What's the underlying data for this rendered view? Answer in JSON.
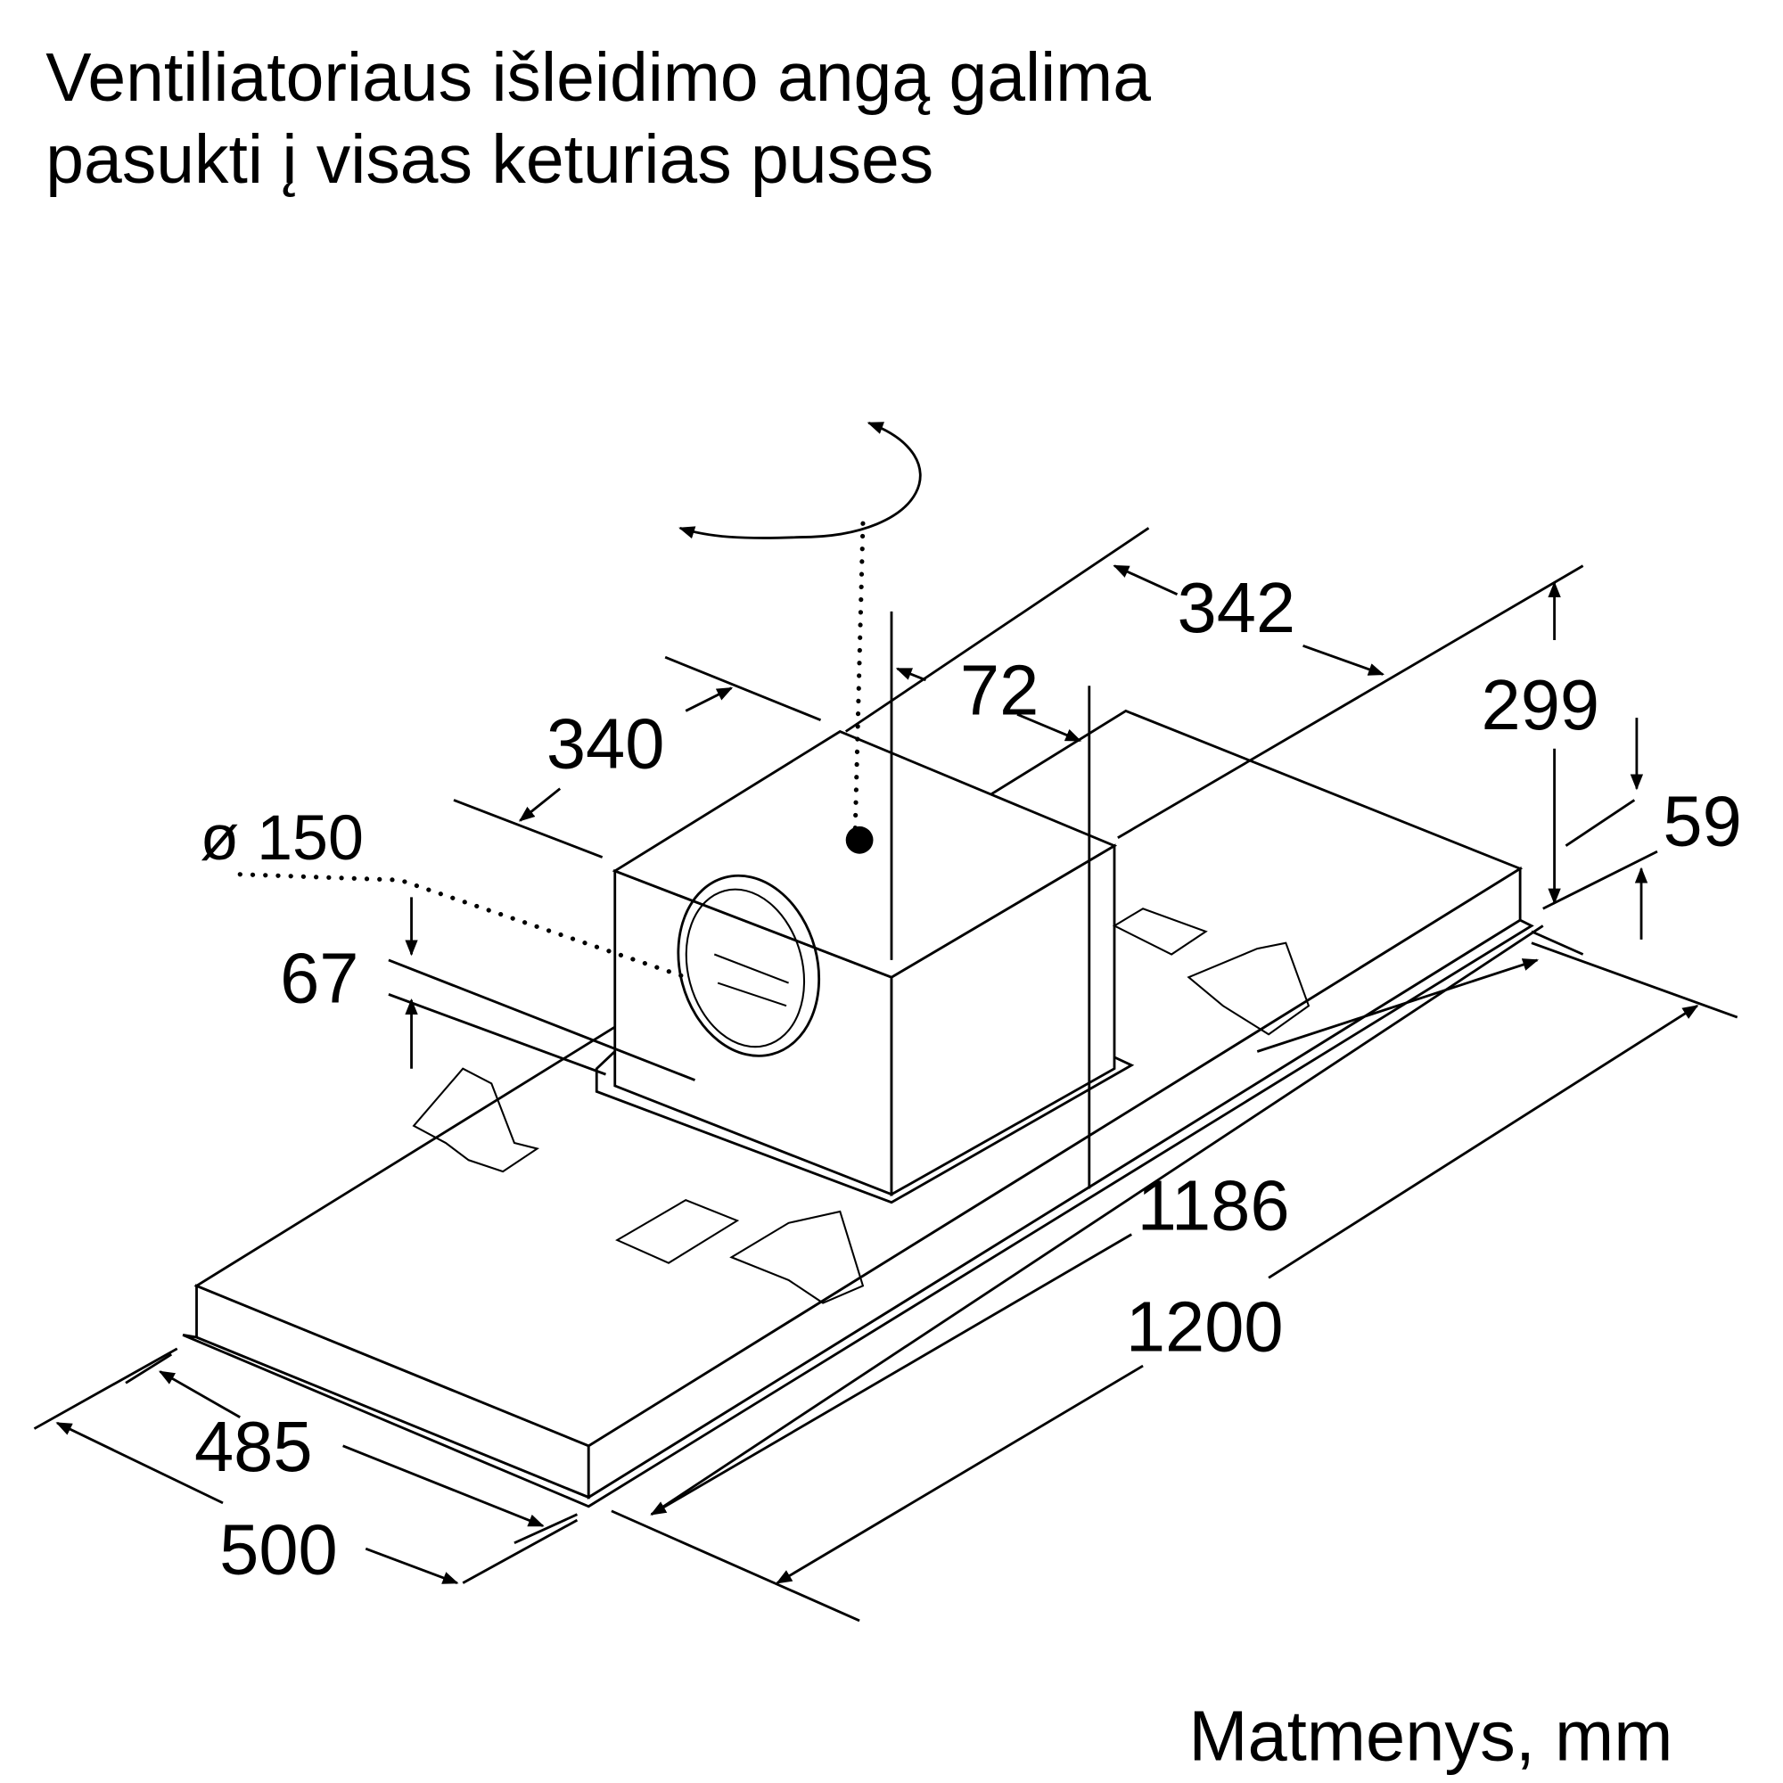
{
  "title": {
    "line1": "Ventiliatoriaus išleidimo angą galima",
    "line2": "pasukti į visas keturias puses"
  },
  "dimensions": {
    "d342": "342",
    "d72": "72",
    "d340": "340",
    "d299": "299",
    "d59": "59",
    "d150": "ø 150",
    "d67": "67",
    "d1186": "1186",
    "d1200": "1200",
    "d485": "485",
    "d500": "500"
  },
  "footer": {
    "units": "Matmenys, mm"
  }
}
